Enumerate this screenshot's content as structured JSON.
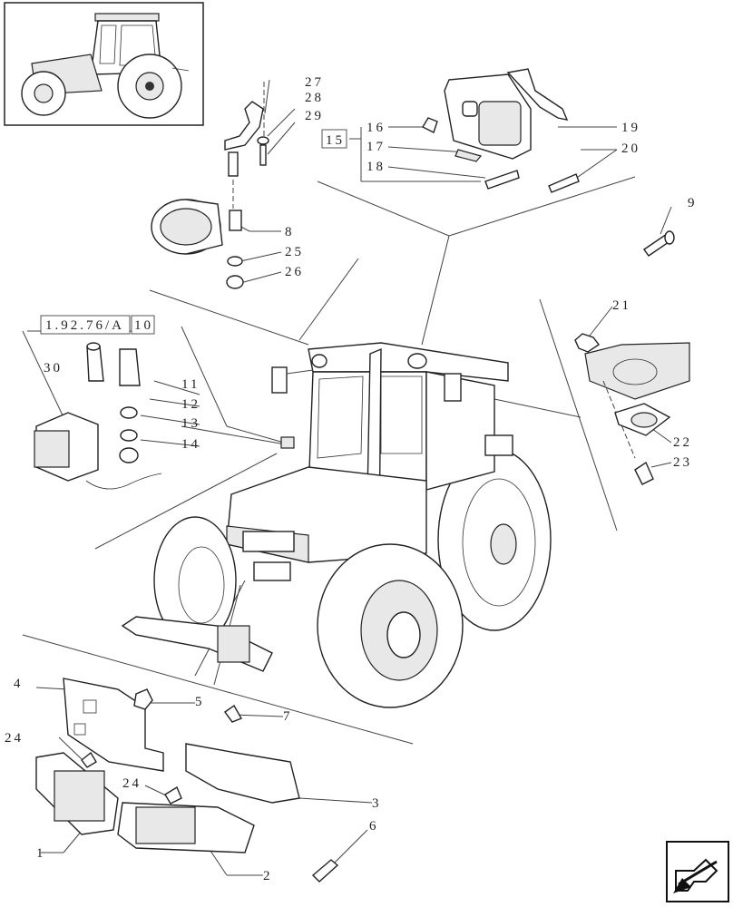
{
  "callouts": {
    "c1": "1",
    "c2": "2",
    "c3": "3",
    "c4": "4",
    "c5": "5",
    "c6": "6",
    "c7": "7",
    "c8": "8",
    "c9": "9",
    "c10": "10",
    "c11": "11",
    "c12": "12",
    "c13": "13",
    "c14": "14",
    "c15": "15",
    "c16": "16",
    "c17": "17",
    "c18": "18",
    "c19": "19",
    "c20": "20",
    "c21": "21",
    "c22": "22",
    "c23": "23",
    "c24a": "24",
    "c24b": "24",
    "c25": "25",
    "c26": "26",
    "c27": "27",
    "c28": "28",
    "c29": "29",
    "c30": "30"
  },
  "reference": {
    "code": "1.92.76/A"
  },
  "navigation": {
    "icon": "next-page-arrow-icon"
  }
}
